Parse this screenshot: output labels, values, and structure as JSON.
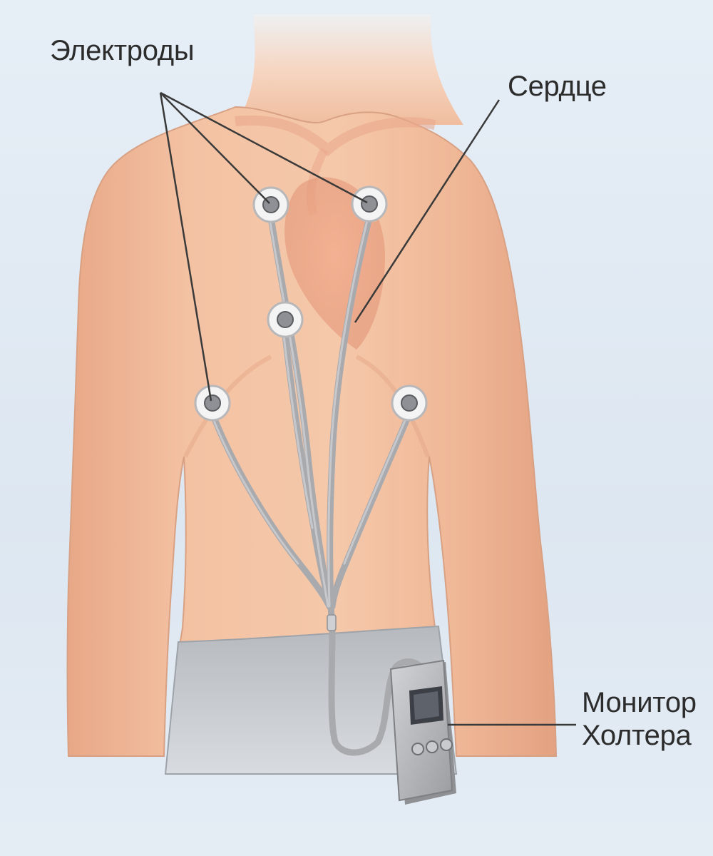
{
  "labels": {
    "electrodes": "Электроды",
    "heart": "Сердце",
    "monitor_line1": "Монитор",
    "monitor_line2": "Холтера"
  },
  "colors": {
    "background": "#e4ecf4",
    "skin": "#f0b998",
    "skin_shadow": "#d99a7a",
    "heart": "#e89a7c",
    "cable": "#a8a8ac",
    "pants": "#a9adb3",
    "device": "#b9babd",
    "leader_line": "#3a3a3a"
  },
  "icons": {
    "electrode": "electrode-icon",
    "device": "holter-monitor-icon"
  }
}
